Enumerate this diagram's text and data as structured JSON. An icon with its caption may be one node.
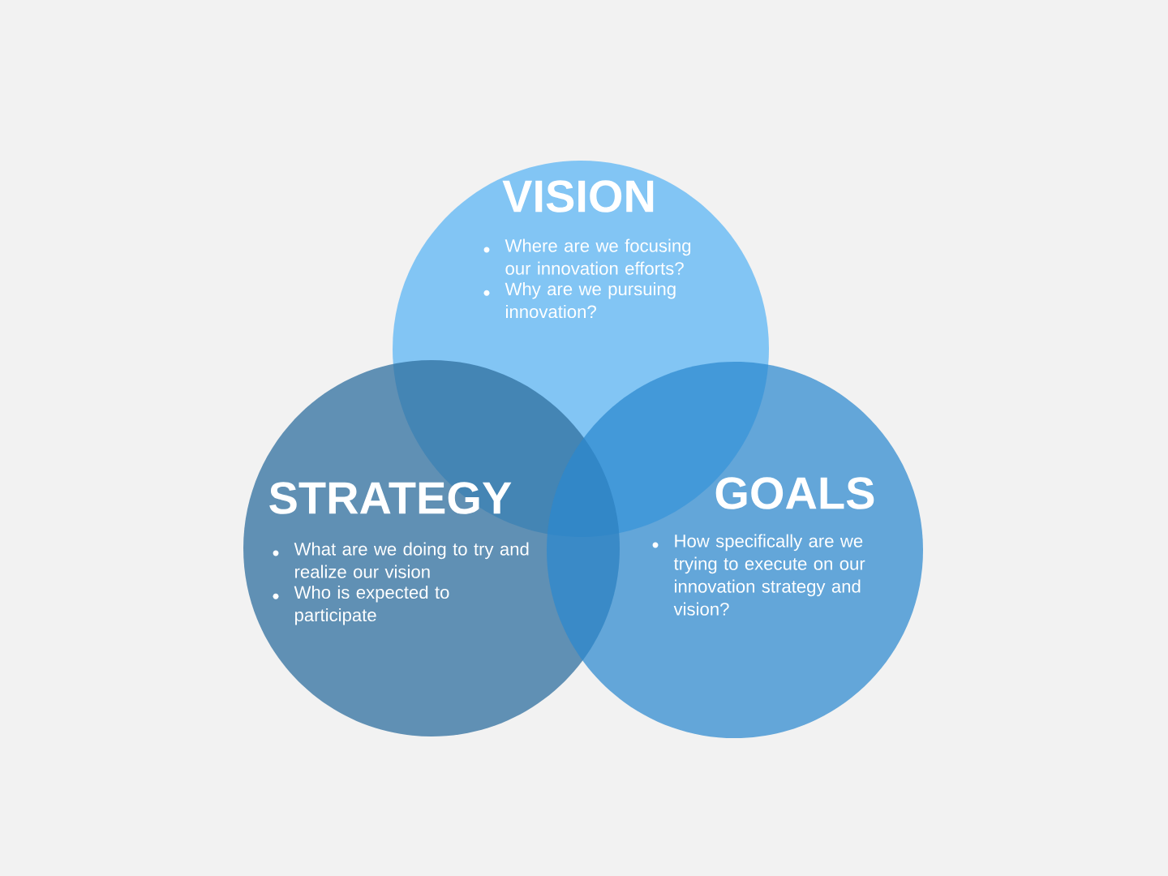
{
  "diagram": {
    "nodes": [
      {
        "text": [
          "VISION",
          "Where are we focusing our innovation efforts?",
          "Why are we pursuing innovation?"
        ]
      },
      {
        "text": [
          "STRATEGY",
          "What are we doing to try and realize our vision",
          "Who is expected to participate"
        ]
      },
      {
        "text": [
          "GOALS",
          "How specifically are we trying to execute on our innovation strategy and vision?"
        ]
      }
    ]
  }
}
